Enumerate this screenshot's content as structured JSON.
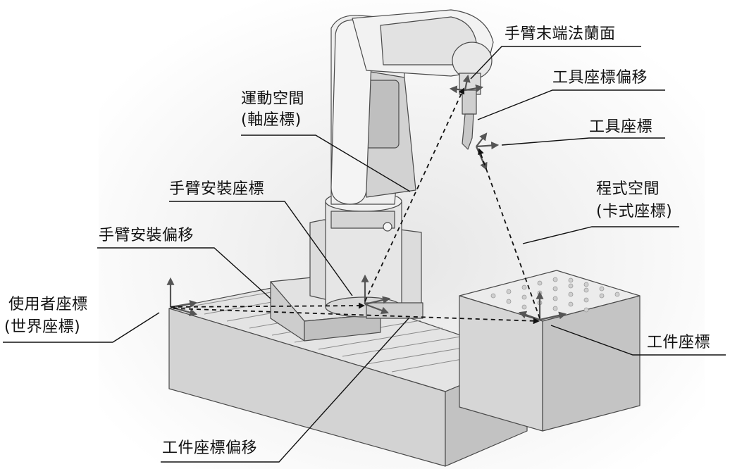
{
  "labels": {
    "arm_end_flange": "手臂末端法蘭面",
    "tool_offset": "工具座標偏移",
    "tool_frame": "工具座標",
    "joint_space_line1": "運動空間",
    "joint_space_line2": "(軸座標)",
    "program_space_line1": "程式空間",
    "program_space_line2": "(卡式座標)",
    "arm_mount_frame": "手臂安裝座標",
    "arm_mount_offset": "手臂安裝偏移",
    "user_frame_line1": "使用者座標",
    "user_frame_line2": "(世界座標)",
    "workpiece_frame": "工件座標",
    "workpiece_offset": "工件座標偏移"
  },
  "colors": {
    "body_light": "#ececec",
    "body_mid": "#d6d6d6",
    "body_dark": "#bdbdbd",
    "edge": "#4a4a4a",
    "arrow": "#555555",
    "leader": "#111111",
    "dash": "#111111"
  }
}
